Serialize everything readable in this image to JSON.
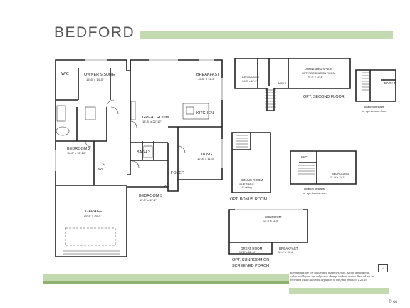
{
  "title": "BEDFORD",
  "rooms": {
    "wic1": "W/C",
    "owners_suite": "OWNER'S SUITE",
    "owners_suite_dim": "16'-6\" x 14'-0\"",
    "breakfast": "BREAKFAST",
    "breakfast_dim": "11'-6\" x 11'-4\"",
    "great_room": "GREAT ROOM",
    "great_room_dim": "15'-8\" x 22'-10\"",
    "kitchen": "KITCHEN",
    "bedroom2": "BEDROOM 2",
    "bedroom2_dim": "11'-0\" x 12'-10\"",
    "bath2": "BATH 2",
    "dining": "DINING",
    "dining_dim": "12'-4\" x 11'-0\"",
    "wic2": "W/C",
    "foyer": "FOYER",
    "bedroom3": "BEDROOM 3",
    "bedroom3_dim": "11'-0\" x 11'-1\"",
    "garage": "GARAGE",
    "garage_dim": "20'-4\" x 20'-4\""
  },
  "second_floor": {
    "bedroom4": "BEDROOM 4",
    "bedroom4_dim": "14'-0\" x 12'-9\"",
    "bath3": "BATH 3",
    "unfinished": "UNFINISHED SPACE",
    "rec_room": "OPT. RECREATION ROOM",
    "rec_room_dim": "29'-0\" x 12'-3\"",
    "caption": "OPT. SECOND FLOOR",
    "bath3b": "BATH 3",
    "stairs_caption_1": "location of stairs",
    "stairs_caption_2": "for opt.second floor"
  },
  "bonus": {
    "room": "BONUS ROOM",
    "dim": "14'-8\" x 18'-8\"",
    "ceiling": "8' ceiling",
    "caption": "OPT. BONUS ROOM",
    "wic": "W/C",
    "bedroom3": "BEDROOM 3",
    "bedroom3_dim": "11'-0\" x 11'-1\"",
    "stairs_caption_1": "location of stairs",
    "stairs_caption_2": "for opt. bonus room"
  },
  "sunroom": {
    "sunroom": "SUNROOM",
    "sunroom_dim": "13'-8\" x 11'-0\"",
    "great_room": "GREAT ROOM",
    "great_room_dim": "15'-8\" x 22'-10\"",
    "breakfast": "BREAKFAST",
    "breakfast_dim": "11'-6\" x 11'-4\"",
    "caption_1": "OPT. SUNROOM OR",
    "caption_2": "SCREENED PORCH"
  },
  "footer": {
    "disclaimer": "Renderings are for illustrative purposes only. Actual dimensions, color and layout are subject to change without notice. Should not be relied on as an accurate depiction of the final product. 1.22.16",
    "eho": "⌂",
    "cc": "© cc"
  },
  "colors": {
    "band_light": "#c3d9b0",
    "band_dark": "#8fb26e"
  }
}
